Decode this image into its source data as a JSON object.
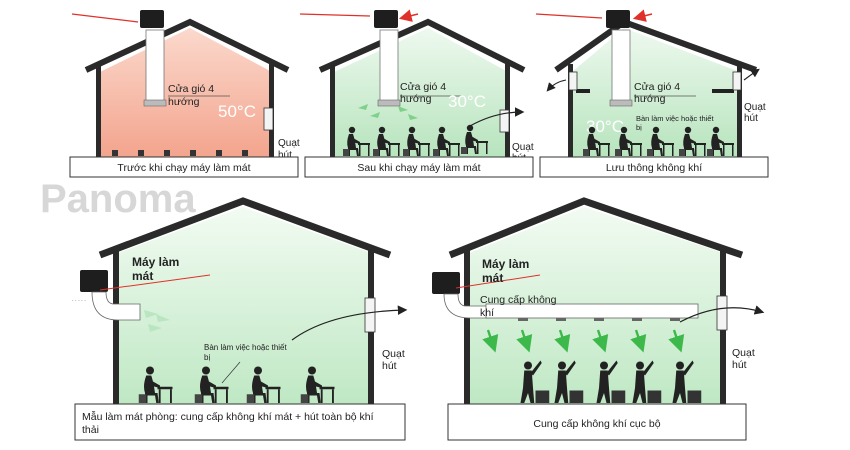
{
  "watermark": "Panoma",
  "panels": {
    "p1": {
      "caption": "Trước khi chạy máy làm mát",
      "vent_label_1": "Cửa gió 4",
      "vent_label_2": "hướng",
      "temperature": "50°C",
      "fan_label_1": "Quạt",
      "fan_label_2": "hút"
    },
    "p2": {
      "caption": "Sau khi chạy máy làm mát",
      "vent_label_1": "Cửa gió 4",
      "vent_label_2": "hướng",
      "temperature": "30°C",
      "fan_label_1": "Quạt",
      "fan_label_2": "hút"
    },
    "p3": {
      "caption": "Lưu thông không khí",
      "vent_label_1": "Cửa gió 4",
      "vent_label_2": "hướng",
      "temperature": "30°C",
      "desk_label_1": "Bàn làm việc hoặc thiết",
      "desk_label_2": "bị",
      "fan_label_1": "Quạt",
      "fan_label_2": "hút"
    },
    "p4": {
      "cooler_label_1": "Máy làm",
      "cooler_label_2": "mát",
      "desk_label_1": "Bàn làm việc hoặc thiết",
      "desk_label_2": "bị",
      "fan_label_1": "Quạt",
      "fan_label_2": "hút",
      "caption_1": "Mẫu làm mát phòng: cung cấp không khí mát + hút toàn bộ khí",
      "caption_2": "thải"
    },
    "p5": {
      "cooler_label_1": "Máy làm",
      "cooler_label_2": "mát",
      "supply_label_1": "Cung cấp không",
      "supply_label_2": "khí",
      "fan_label_1": "Quạt",
      "fan_label_2": "hút",
      "caption": "Cung cấp không khí cục bộ"
    }
  },
  "colors": {
    "hot_fill": "#f6b3a0",
    "cool_fill": "#c9ebcf",
    "arrow_red": "#e0302a",
    "cool_arrow": "#3db84a",
    "roof": "#2a2a2a"
  }
}
